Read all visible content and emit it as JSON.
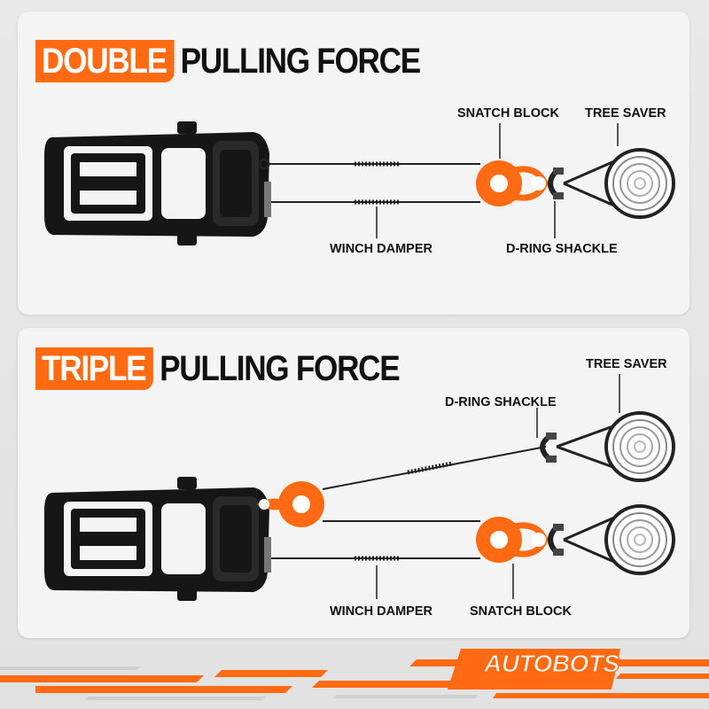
{
  "top": {
    "tag": "DOUBLE",
    "rest": "PULLING FORCE",
    "labels": {
      "snatch_block": "SNATCH BLOCK",
      "tree_saver": "TREE SAVER",
      "winch_damper": "WINCH DAMPER",
      "d_ring_shackle": "D-RING SHACKLE"
    }
  },
  "bottom": {
    "tag": "TRIPLE",
    "rest": "PULLING FORCE",
    "labels": {
      "tree_saver": "TREE SAVER",
      "d_ring_shackle": "D-RING SHACKLE",
      "winch_damper": "WINCH DAMPER",
      "snatch_block": "SNATCH BLOCK"
    }
  },
  "brand": "AUTOBOTS",
  "colors": {
    "accent": "#ff6a13",
    "ink": "#111111",
    "panel": "#f4f4f4"
  }
}
